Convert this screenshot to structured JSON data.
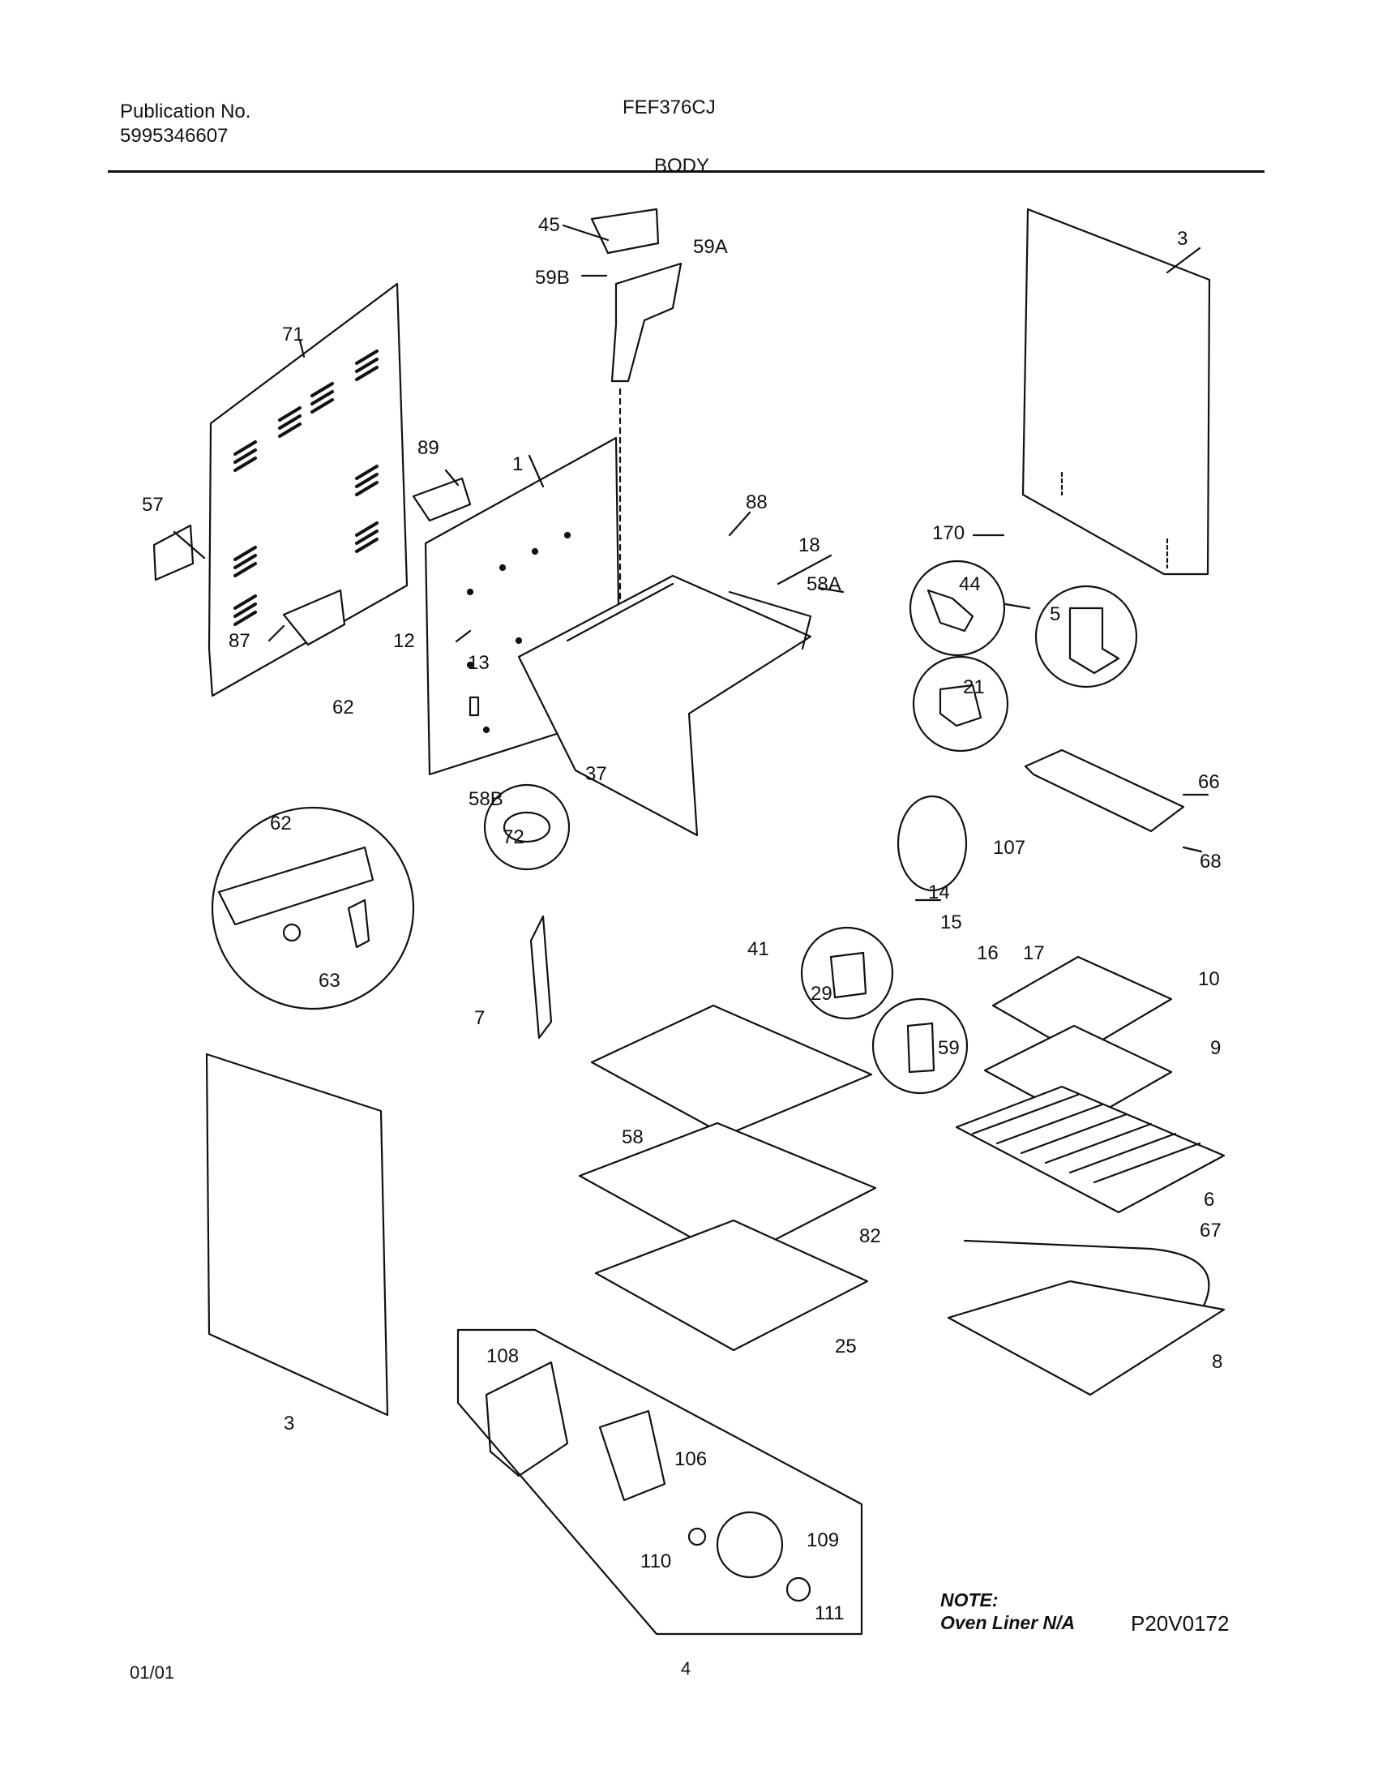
{
  "header": {
    "publication_label": "Publication No.",
    "publication_number": "5995346607",
    "model": "FEF376CJ",
    "section": "BODY"
  },
  "part_labels": {
    "p45": "45",
    "p59A": "59A",
    "p59B": "59B",
    "p3a": "3",
    "p71": "71",
    "p89": "89",
    "p1": "1",
    "p57": "57",
    "p88": "88",
    "p18": "18",
    "p170": "170",
    "p58A": "58A",
    "p44": "44",
    "p5": "5",
    "p87": "87",
    "p12": "12",
    "p13": "13",
    "p21": "21",
    "p62a": "62",
    "p37": "37",
    "p58B": "58B",
    "p66": "66",
    "p107": "107",
    "p68": "68",
    "p62b": "62",
    "p72": "72",
    "p14": "14",
    "p15": "15",
    "p16": "16",
    "p17": "17",
    "p41": "41",
    "p10": "10",
    "p29": "29",
    "p63": "63",
    "p7": "7",
    "p59": "59",
    "p9": "9",
    "p58": "58",
    "p6": "6",
    "p82": "82",
    "p67": "67",
    "p25": "25",
    "p8": "8",
    "p3b": "3",
    "p108": "108",
    "p106": "106",
    "p109": "109",
    "p110": "110",
    "p111": "111"
  },
  "note": {
    "title": "NOTE:",
    "text": "Oven Liner N/A"
  },
  "figure_code": "P20V0172",
  "footer": {
    "date": "01/01",
    "page": "4"
  }
}
